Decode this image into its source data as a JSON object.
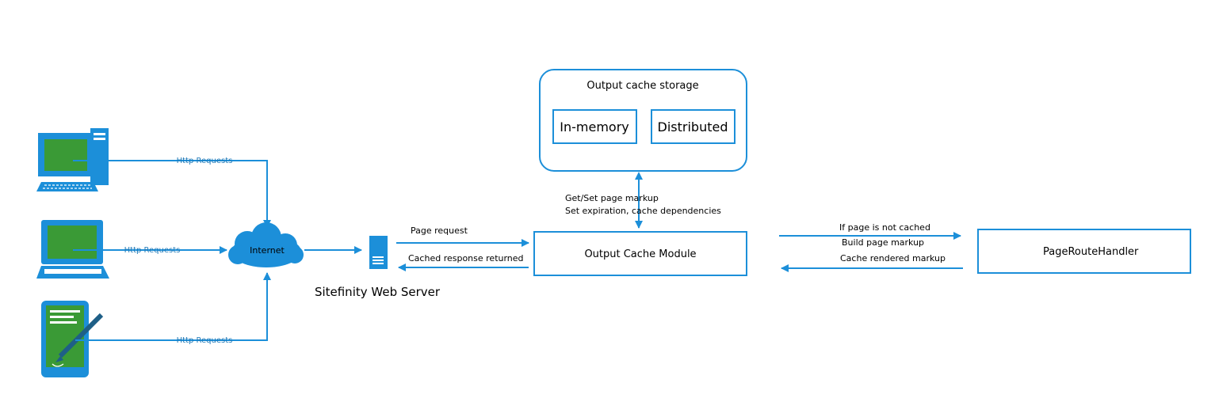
{
  "clients": {
    "desktop_label": "Http Requests",
    "laptop_label": "Http Requests",
    "tablet_label": "Http Requests"
  },
  "internet": {
    "label": "Internet"
  },
  "server": {
    "label": "Sitefinity Web Server"
  },
  "server_to_module": {
    "request_label": "Page request",
    "response_label": "Cached response returned"
  },
  "storage": {
    "title": "Output cache storage",
    "in_memory": "In-memory",
    "distributed": "Distributed"
  },
  "storage_link": {
    "line1": "Get/Set page markup",
    "line2": "Set expiration, cache dependencies"
  },
  "module": {
    "label": "Output Cache Module"
  },
  "module_to_handler": {
    "line1": "If page is not cached",
    "line2": "Build page markup",
    "back_label": "Cache rendered markup"
  },
  "handler": {
    "label": "PageRouteHandler"
  },
  "colors": {
    "blue": "#1c8fd9",
    "green": "#3a9a36",
    "dark": "#1e5f87"
  }
}
